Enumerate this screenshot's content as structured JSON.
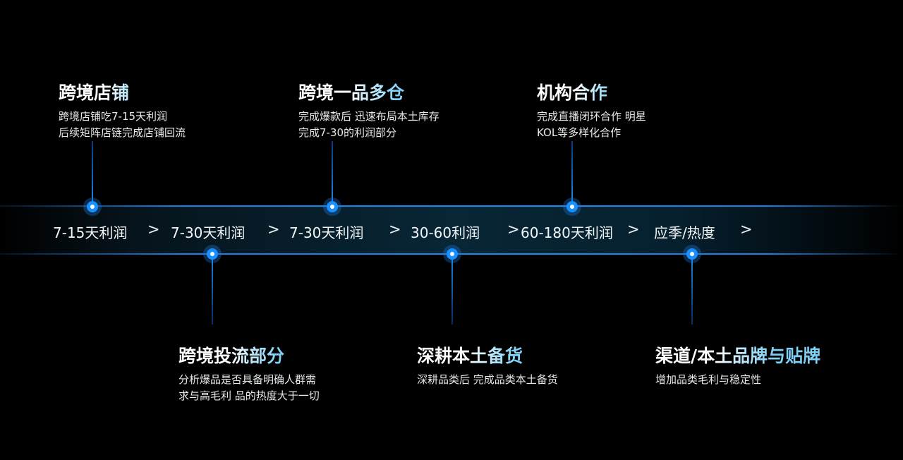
{
  "stages": [
    "7-15天利润",
    "7-30天利润",
    "7-30天利润",
    "30-60利润",
    "60-180天利润",
    "应季/热度"
  ],
  "arrow": ">",
  "top_blocks": [
    {
      "title": "跨境店铺",
      "lines": [
        "跨境店铺吃7-15天利润",
        "后续矩阵店链完成店铺回流"
      ]
    },
    {
      "title": "跨境一品多仓",
      "lines": [
        "完成爆款后 迅速布局本土库存",
        "完成7-30的利润部分"
      ]
    },
    {
      "title": "机构合作",
      "lines": [
        "完成直播闭环合作 明星",
        "KOL等多样化合作"
      ]
    }
  ],
  "bottom_blocks": [
    {
      "title": "跨境投流部分",
      "lines": [
        "分析爆品是否具备明确人群需",
        "求与高毛利 品的热度大于一切"
      ]
    },
    {
      "title": "深耕本土备货",
      "lines": [
        "深耕品类后 完成品类本土备货"
      ]
    },
    {
      "title": "渠道/本土品牌与贴牌",
      "lines": [
        "增加品类毛利与稳定性"
      ]
    }
  ],
  "colors": {
    "accent": "#1a90ff",
    "title_gradient_end": "#7fd0f5"
  }
}
